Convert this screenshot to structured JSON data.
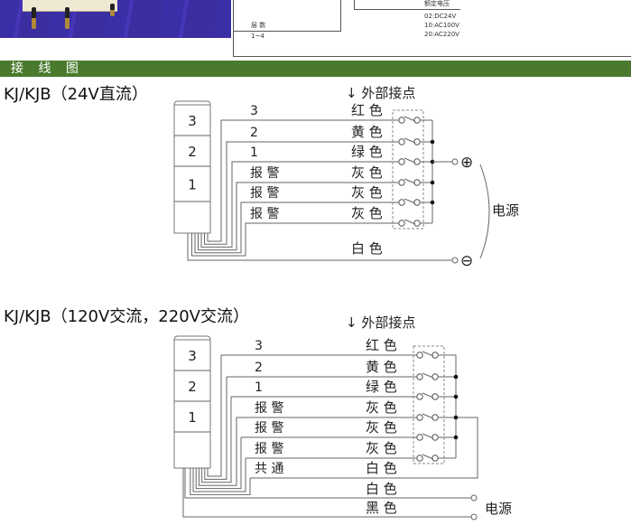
{
  "spec": {
    "layers_label": "层 数",
    "layers_value": "1~4",
    "voltage_label": "额定电压",
    "voltage_options": [
      "02:DC24V",
      "10:AC100V",
      "20:AC220V"
    ]
  },
  "section_title": "接 线 图",
  "diagram1": {
    "title": "KJ/KJB（24V直流）",
    "contact_header": "↓  外部接点",
    "tower_tiers": [
      "3",
      "2",
      "1"
    ],
    "wires": [
      {
        "label": "3",
        "color": "红 色"
      },
      {
        "label": "2",
        "color": "黄 色"
      },
      {
        "label": "1",
        "color": "绿 色"
      },
      {
        "label": "报 警",
        "color": "灰 色"
      },
      {
        "label": "报 警",
        "color": "灰 色"
      },
      {
        "label": "报 警",
        "color": "灰 色"
      }
    ],
    "return_wire": "白 色",
    "plus_symbol": "⊕",
    "minus_symbol": "⊖",
    "power_label": "电源"
  },
  "diagram2": {
    "title": "KJ/KJB（120V交流，220V交流）",
    "contact_header": "↓  外部接点",
    "tower_tiers": [
      "3",
      "2",
      "1"
    ],
    "wires": [
      {
        "label": "3",
        "color": "红 色"
      },
      {
        "label": "2",
        "color": "黄 色"
      },
      {
        "label": "1",
        "color": "绿 色"
      },
      {
        "label": "报 警",
        "color": "灰 色"
      },
      {
        "label": "报 警",
        "color": "灰 色"
      },
      {
        "label": "报 警",
        "color": "灰 色"
      },
      {
        "label": "共 通",
        "color": "白 色"
      }
    ],
    "power_wires": [
      "白 色",
      "黑 色"
    ],
    "power_label": "电源"
  }
}
